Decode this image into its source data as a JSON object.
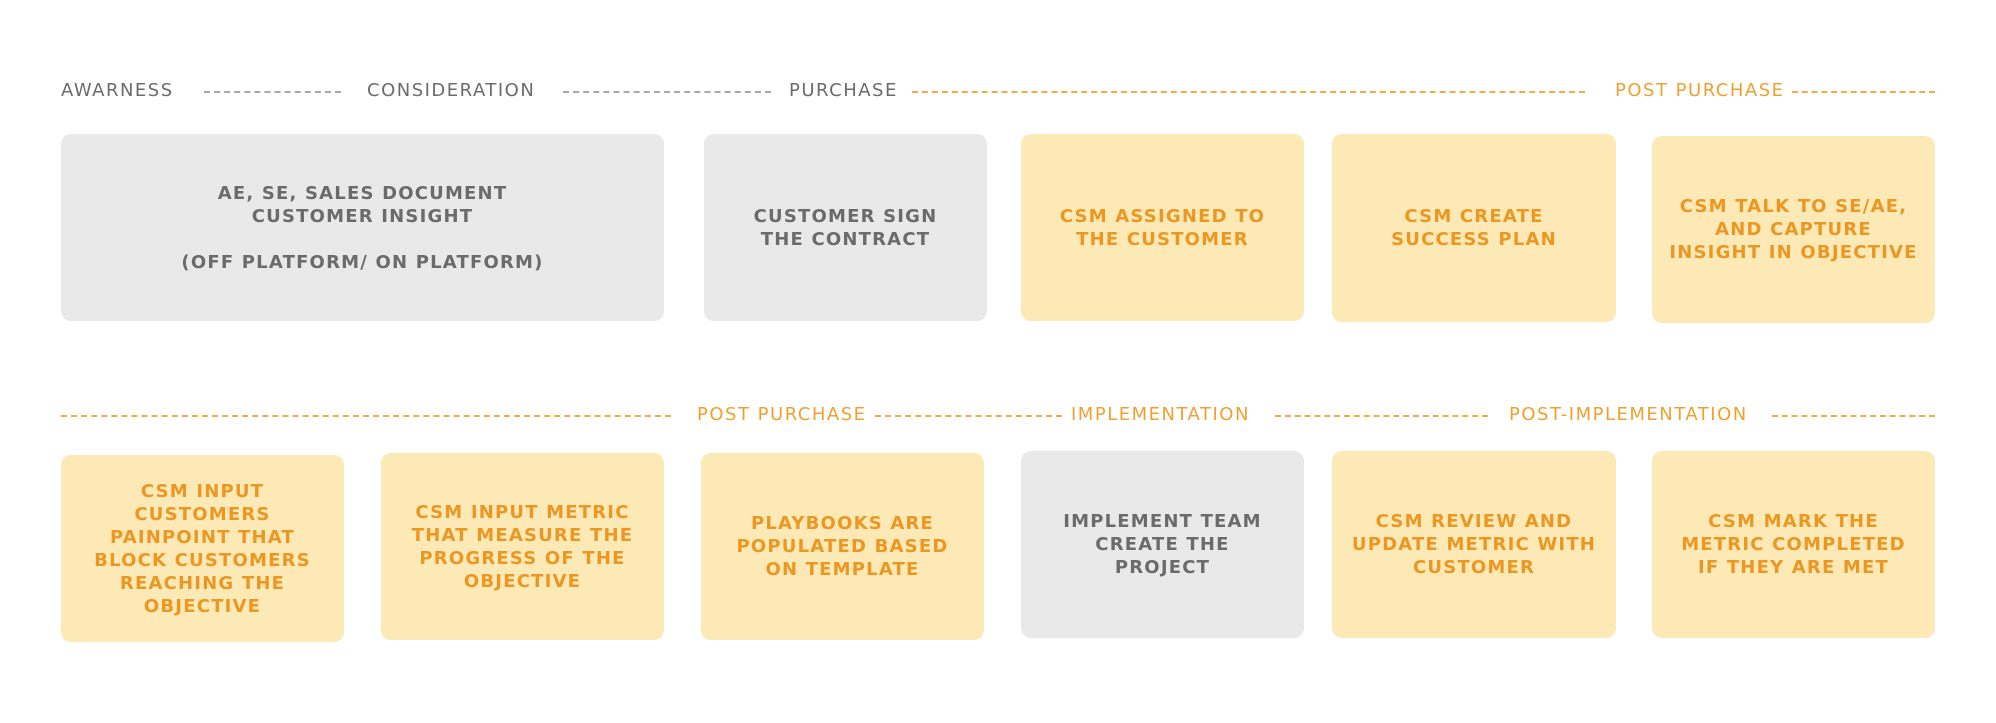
{
  "row1": {
    "stages": [
      "AWARNESS",
      "CONSIDERATION",
      "PURCHASE",
      "POST PURCHASE"
    ],
    "cards": [
      "AE, SE, SALES DOCUMENT\nCUSTOMER INSIGHT\n\n(OFF PLATFORM/ ON PLATFORM)",
      "CUSTOMER SIGN\nTHE CONTRACT",
      "CSM ASSIGNED TO\nTHE CUSTOMER",
      "CSM CREATE\nSUCCESS PLAN",
      "CSM TALK TO SE/AE,\nAND CAPTURE\nINSIGHT IN OBJECTIVE"
    ]
  },
  "row2": {
    "stages": [
      "POST PURCHASE",
      "IMPLEMENTATION",
      "POST-IMPLEMENTATION"
    ],
    "cards": [
      "CSM INPUT\nCUSTOMERS\nPAINPOINT THAT\nBLOCK CUSTOMERS\nREACHING THE\nOBJECTIVE",
      "CSM INPUT METRIC\nTHAT MEASURE THE\nPROGRESS OF THE\nOBJECTIVE",
      "PLAYBOOKS ARE\nPOPULATED BASED\nON TEMPLATE",
      "IMPLEMENT TEAM\nCREATE THE\nPROJECT",
      "CSM REVIEW AND\nUPDATE METRIC WITH\nCUSTOMER",
      "CSM MARK THE\nMETRIC COMPLETED\nIF THEY ARE MET"
    ]
  },
  "colors": {
    "gray_card": "#e9e9e9",
    "yellow_card": "#fde9b6",
    "gray_text": "#6b6b6b",
    "orange_text": "#ec9722"
  }
}
